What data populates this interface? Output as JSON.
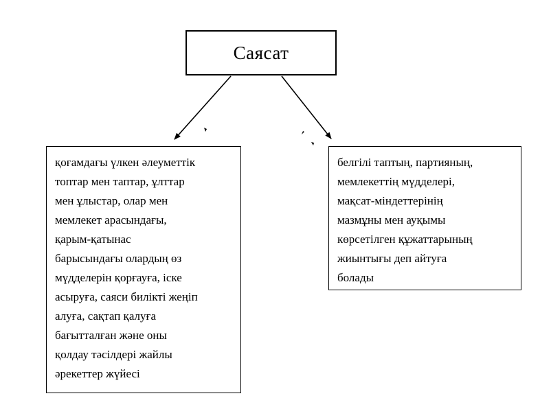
{
  "diagram": {
    "title": "Саясат",
    "left_box": {
      "lines": [
        "қоғамдағы үлкен әлеуметтік",
        "топтар мен таптар, ұлттар",
        "мен ұлыстар, олар мен",
        "мемлекет арасындағы,",
        "қарым-қатынас",
        "барысындағы олардың өз",
        "мүдделерін қорғауға, іске",
        "асыруға, саяси билікті жеңіп",
        "алуға, сақтап қалуға",
        "бағытталған және оны",
        "қолдау тәсілдері жайлы",
        "әрекеттер жүйесі"
      ]
    },
    "right_box": {
      "lines": [
        "белгілі таптың, партияның,",
        "мемлекеттің мүдделері,",
        "мақсат-міндеттерінің",
        "мазмұны мен ауқымы",
        "көрсетілген құжаттарының",
        "жиынтығы деп айтуға",
        "болады"
      ]
    }
  },
  "colors": {
    "ink": "#000000",
    "background": "#ffffff"
  }
}
